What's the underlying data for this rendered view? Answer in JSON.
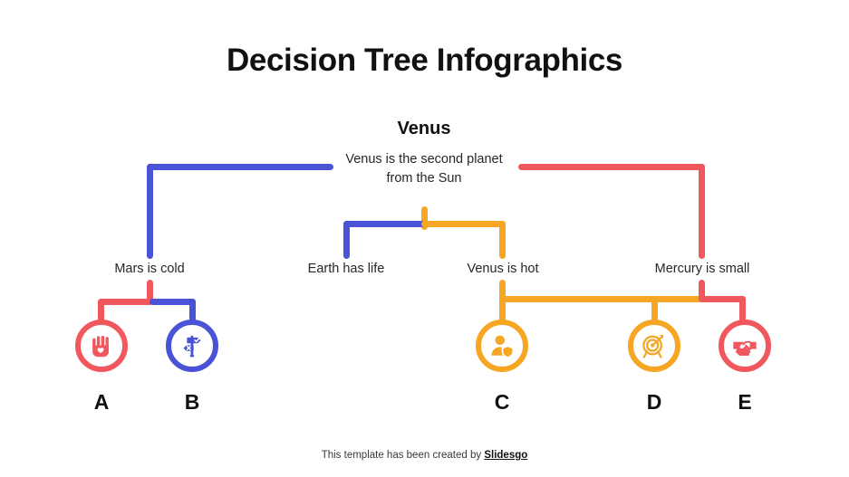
{
  "slide": {
    "title": "Decision Tree Infographics",
    "background": "#ffffff"
  },
  "root": {
    "heading": "Venus",
    "description": "Venus is the second planet from the Sun"
  },
  "colors": {
    "blue": "#4a53d6",
    "red": "#f0585d",
    "orange": "#f6a623",
    "text": "#1a1a1a"
  },
  "branch_labels": [
    {
      "id": "mars",
      "text": "Mars is cold",
      "color": "#4a53d6"
    },
    {
      "id": "earth",
      "text": "Earth has life",
      "color": "#4a53d6"
    },
    {
      "id": "venus",
      "text": "Venus is hot",
      "color": "#f6a623"
    },
    {
      "id": "mercury",
      "text": "Mercury is small",
      "color": "#f0585d"
    }
  ],
  "leaves": [
    {
      "letter": "A",
      "icon": "hand-heart-icon",
      "color": "#f0585d"
    },
    {
      "letter": "B",
      "icon": "signpost-choice-icon",
      "color": "#4a53d6"
    },
    {
      "letter": "C",
      "icon": "user-shield-icon",
      "color": "#f6a623"
    },
    {
      "letter": "D",
      "icon": "target-arrow-icon",
      "color": "#f6a623"
    },
    {
      "letter": "E",
      "icon": "handshake-icon",
      "color": "#f0585d"
    }
  ],
  "footer": {
    "text": "This template has been created by ",
    "brand": "Slidesgo"
  }
}
